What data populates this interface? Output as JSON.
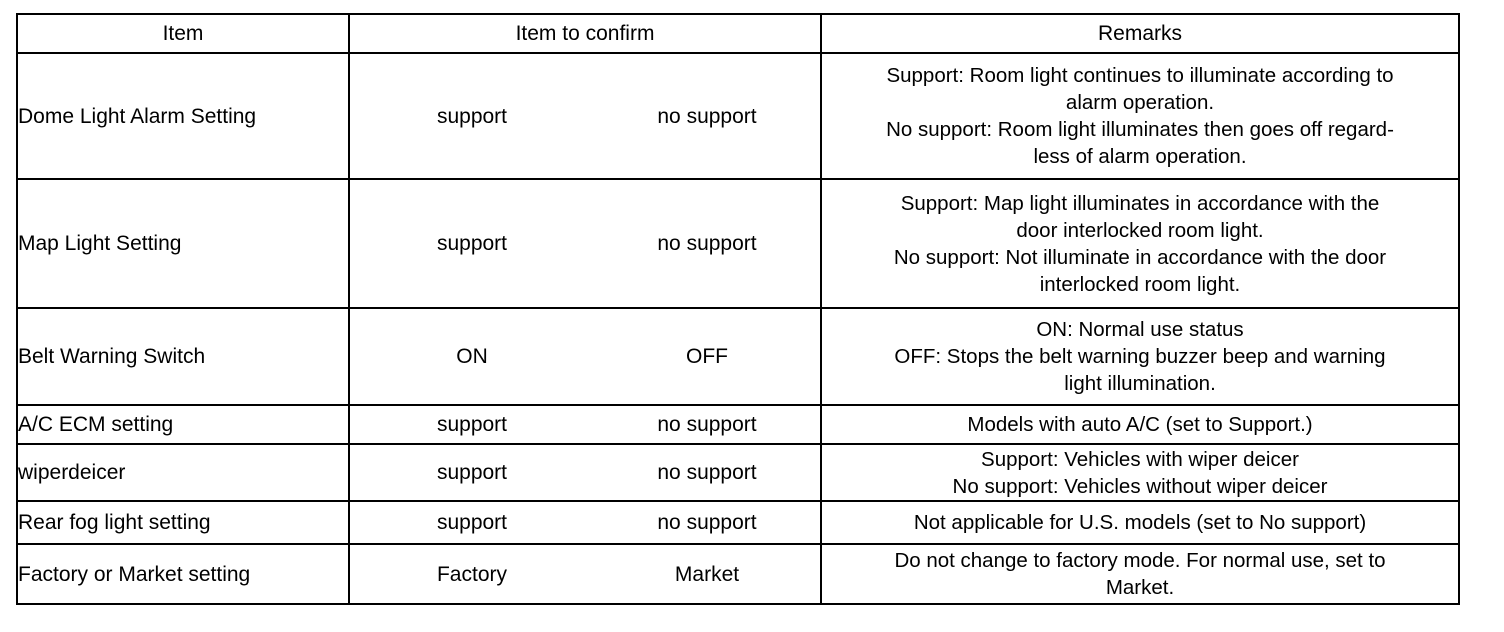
{
  "table": {
    "headers": {
      "item": "Item",
      "confirm": "Item to confirm",
      "remarks": "Remarks"
    },
    "rows": [
      {
        "item": "Dome Light Alarm Setting",
        "option_a": "support",
        "option_b": "no support",
        "remarks_lines": [
          "Support: Room light continues to illuminate according to",
          "alarm operation.",
          "No support: Room light illuminates then goes off regard-",
          "less of alarm operation."
        ]
      },
      {
        "item": "Map Light Setting",
        "option_a": "support",
        "option_b": "no support",
        "remarks_lines": [
          "Support: Map light illuminates in accordance with the",
          "door interlocked room light.",
          "No support: Not illuminate in accordance with the door",
          "interlocked room light."
        ]
      },
      {
        "item": "Belt Warning Switch",
        "option_a": "ON",
        "option_b": "OFF",
        "remarks_lines": [
          "ON: Normal use status",
          "OFF: Stops the belt warning buzzer beep and warning",
          "light illumination."
        ]
      },
      {
        "item": "A/C ECM setting",
        "option_a": "support",
        "option_b": "no support",
        "remarks_lines": [
          "Models with auto A/C (set to Support.)"
        ]
      },
      {
        "item": "wiperdeicer",
        "option_a": "support",
        "option_b": "no support",
        "remarks_lines": [
          "Support: Vehicles with wiper deicer",
          "No support: Vehicles without wiper deicer"
        ]
      },
      {
        "item": "Rear fog light setting",
        "option_a": "support",
        "option_b": "no support",
        "remarks_lines": [
          "Not applicable for U.S. models (set to No support)"
        ]
      },
      {
        "item": "Factory or Market setting",
        "option_a": "Factory",
        "option_b": "Market",
        "remarks_lines": [
          "Do not change to factory mode. For normal use, set to",
          "Market."
        ]
      }
    ]
  }
}
